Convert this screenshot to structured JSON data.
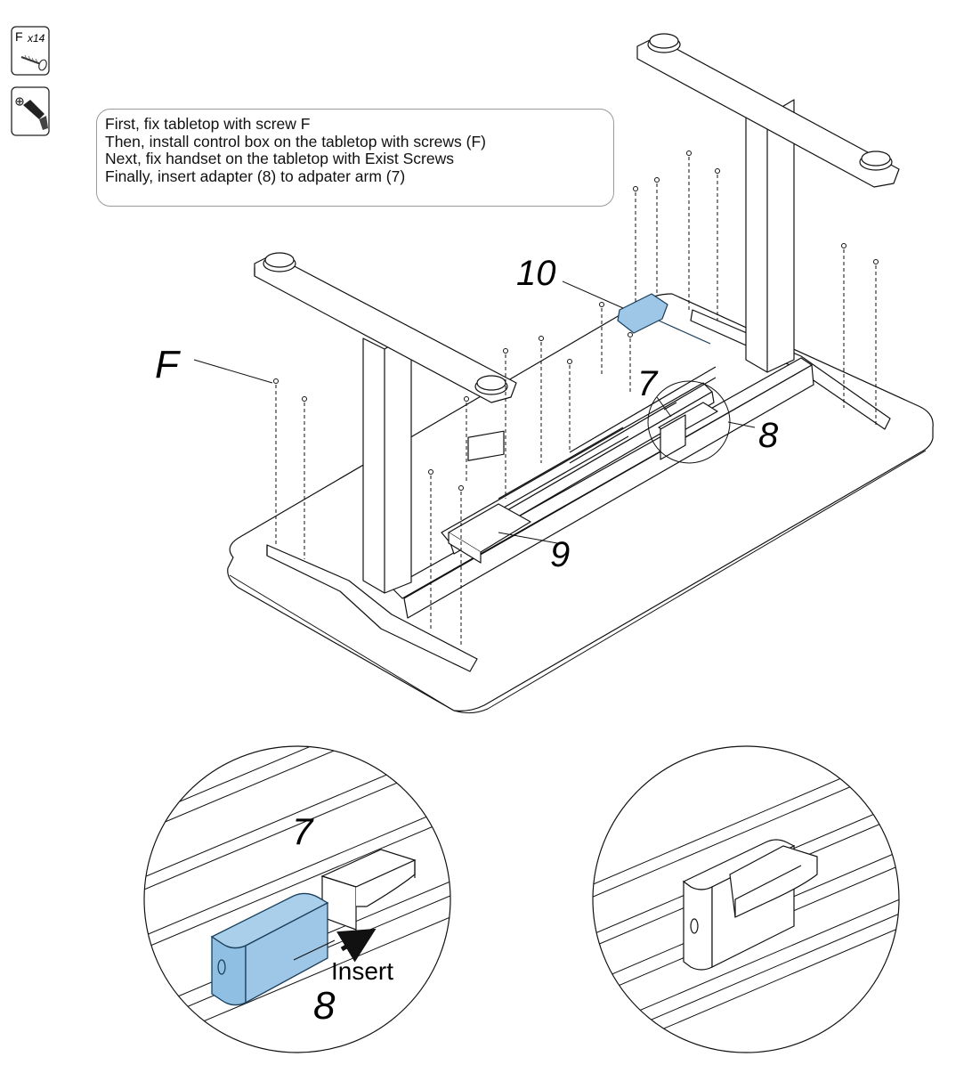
{
  "parts_legend": {
    "screw": {
      "letter": "F",
      "quantity": "x14",
      "icon": "screw-icon"
    },
    "tool": {
      "icon": "screwdriver-icon"
    }
  },
  "instructions": [
    "First, fix tabletop with screw F",
    "Then, install control box on the tabletop with screws (F)",
    "Next, fix handset on the tabletop with Exist Screws",
    "Finally, insert adapter (8) to adpater arm (7)"
  ],
  "callouts": {
    "screw_f": "F",
    "handset": "10",
    "adapter_arm": "7",
    "adapter": "8",
    "control_box": "9"
  },
  "detail_before": {
    "arm": "7",
    "adapter": "8",
    "action": "Insert"
  },
  "colors": {
    "highlight": "#9ec6e6",
    "line": "#111111"
  }
}
